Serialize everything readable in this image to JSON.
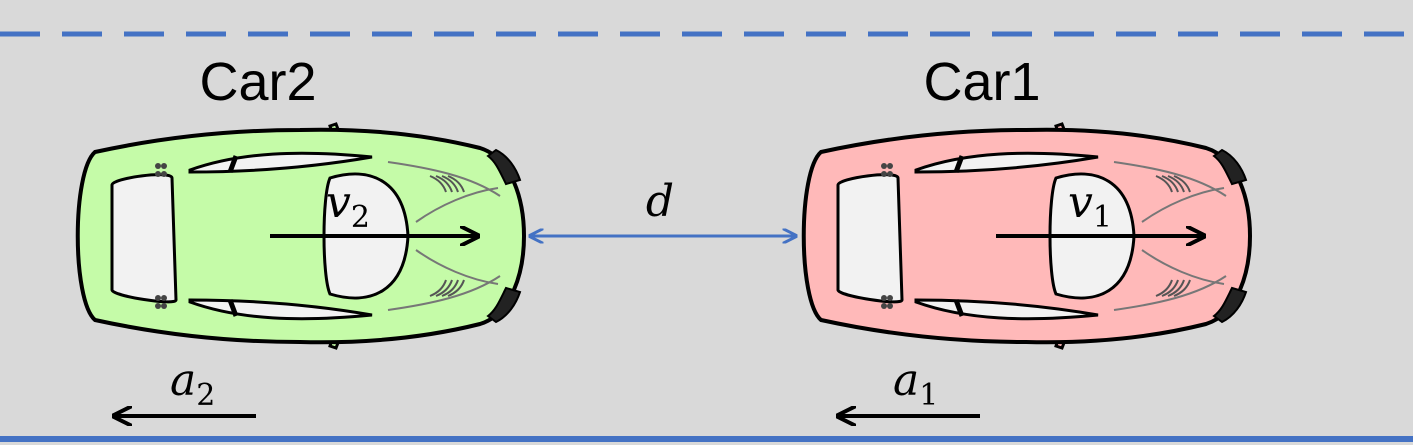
{
  "colors": {
    "background": "#d9d9d9",
    "lane_line": "#4472c4",
    "distance_arrow": "#4472c4",
    "car2_body": "#c5fba8",
    "car1_body": "#ffb9b9",
    "outline": "#000000"
  },
  "cars": [
    {
      "label": "Car2",
      "velocity": {
        "symbol": "v",
        "subscript": "2"
      },
      "acceleration": {
        "symbol": "a",
        "subscript": "2"
      }
    },
    {
      "label": "Car1",
      "velocity": {
        "symbol": "v",
        "subscript": "1"
      },
      "acceleration": {
        "symbol": "a",
        "subscript": "1"
      }
    }
  ],
  "distance": {
    "symbol": "d"
  }
}
